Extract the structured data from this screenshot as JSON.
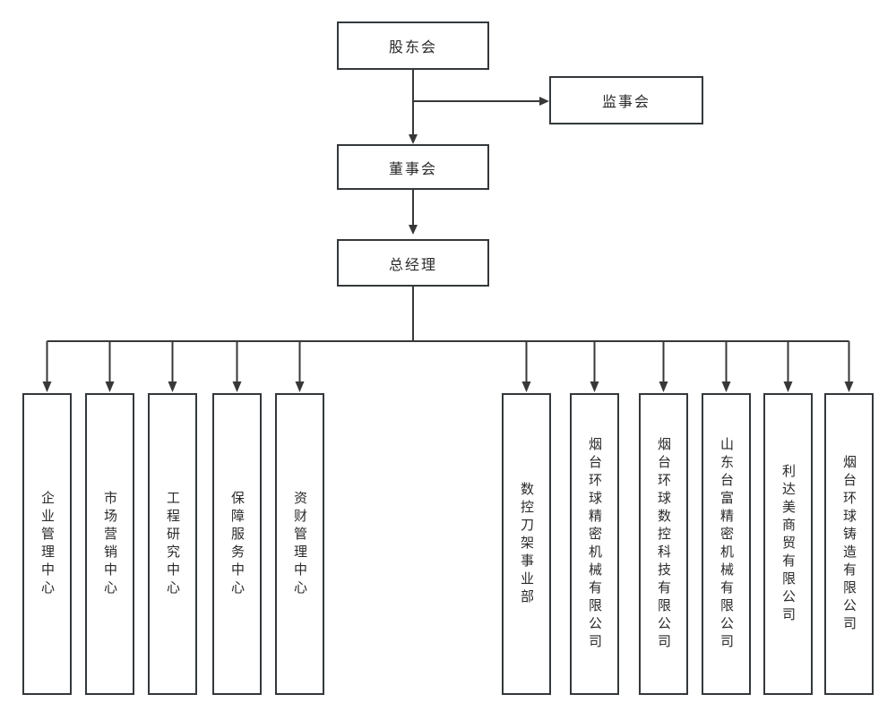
{
  "org_chart": {
    "nodes": {
      "shareholders": {
        "label": "股东会"
      },
      "supervisory_board": {
        "label": "监事会"
      },
      "board_of_directors": {
        "label": "董事会"
      },
      "general_manager": {
        "label": "总经理"
      }
    },
    "departments": [
      {
        "label": "企业管理中心"
      },
      {
        "label": "市场营销中心"
      },
      {
        "label": "工程研究中心"
      },
      {
        "label": "保障服务中心"
      },
      {
        "label": "资财管理中心"
      },
      {
        "label": "数控刀架事业部"
      },
      {
        "label": "烟台环球精密机械有限公司"
      },
      {
        "label": "烟台环球数控科技有限公司"
      },
      {
        "label": "山东台富精密机械有限公司"
      },
      {
        "label": "利达美商贸有限公司"
      },
      {
        "label": "烟台环球铸造有限公司"
      }
    ],
    "edges": [
      {
        "from": "股东会",
        "to": "监事会"
      },
      {
        "from": "股东会",
        "to": "董事会"
      },
      {
        "from": "董事会",
        "to": "总经理"
      },
      {
        "from": "总经理",
        "to": "企业管理中心"
      },
      {
        "from": "总经理",
        "to": "市场营销中心"
      },
      {
        "from": "总经理",
        "to": "工程研究中心"
      },
      {
        "from": "总经理",
        "to": "保障服务中心"
      },
      {
        "from": "总经理",
        "to": "资财管理中心"
      },
      {
        "from": "总经理",
        "to": "数控刀架事业部"
      },
      {
        "from": "总经理",
        "to": "烟台环球精密机械有限公司"
      },
      {
        "from": "总经理",
        "to": "烟台环球数控科技有限公司"
      },
      {
        "from": "总经理",
        "to": "山东台富精密机械有限公司"
      },
      {
        "from": "总经理",
        "to": "利达美商贸有限公司"
      },
      {
        "from": "总经理",
        "to": "烟台环球铸造有限公司"
      }
    ],
    "colors": {
      "background": "#ffffff",
      "box_border": "#34383b",
      "connector_line": "#383838",
      "text": "#2a2a2a"
    }
  }
}
